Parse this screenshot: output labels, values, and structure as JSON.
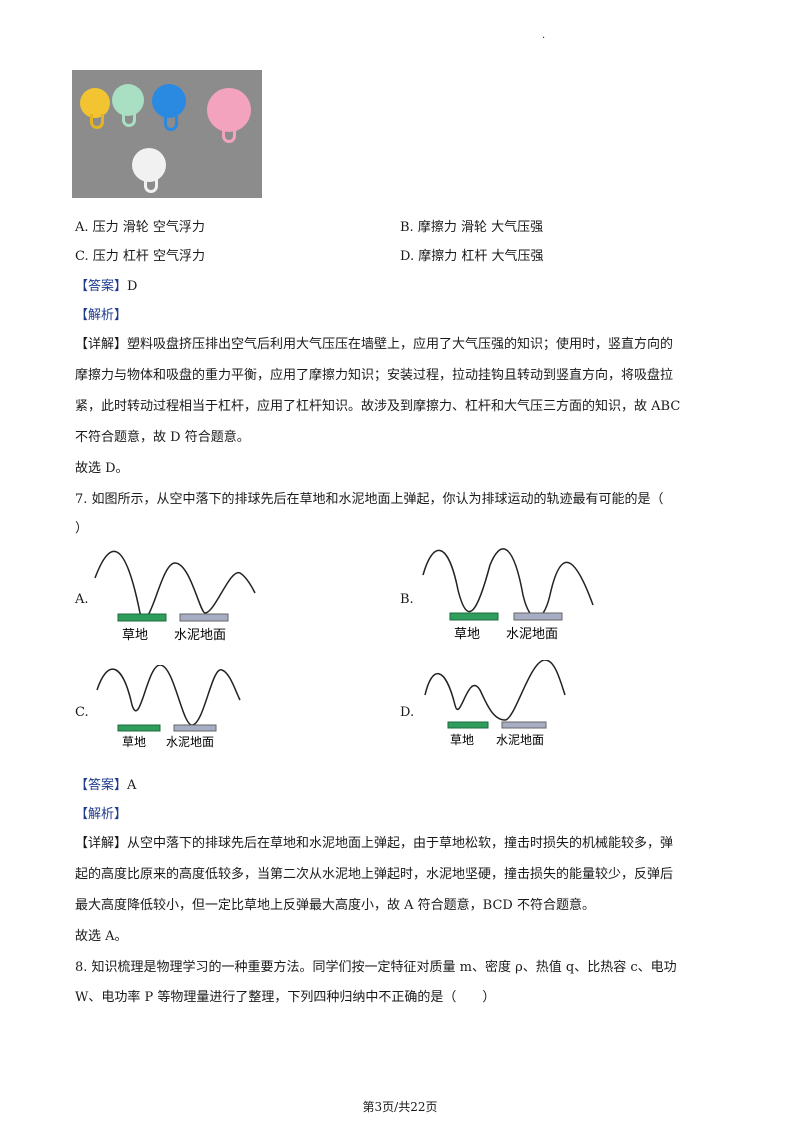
{
  "header_dot": ".",
  "photo_icon": "suction-cup-hooks-photo",
  "q6_options": {
    "a": "A. 压力 滑轮 空气浮力",
    "b": "B. 摩擦力 滑轮 大气压强",
    "c": "C. 压力 杠杆 空气浮力",
    "d": "D. 摩擦力 杠杆 大气压强"
  },
  "q6_answer": {
    "tag": "【答案】",
    "value": "D"
  },
  "q6_analysis": "【解析】",
  "q6_detail": {
    "tag": "【详解】",
    "line1": "塑料吸盘挤压排出空气后利用大气压压在墙壁上，应用了大气压强的知识；使用时，竖直方向的",
    "line2": "摩擦力与物体和吸盘的重力平衡，应用了摩擦力知识；安装过程，拉动挂钩且转动到竖直方向，将吸盘拉",
    "line3": "紧，此时转动过程相当于杠杆，应用了杠杆知识。故涉及到摩擦力、杠杆和大气压三方面的知识，故 ABC",
    "line4": "不符合题意，故 D 符合题意。"
  },
  "q6_select": "故选 D。",
  "q7": {
    "line1": "7. 如图所示，从空中落下的排球先后在草地和水泥地面上弹起，你认为排球运动的轨迹最有可能的是（",
    "line2": "）",
    "labels": {
      "a": "A.",
      "b": "B.",
      "c": "C.",
      "d": "D."
    },
    "grass": "草地",
    "cement": "水泥地面"
  },
  "q7_answer": {
    "tag": "【答案】",
    "value": "A"
  },
  "q7_analysis": "【解析】",
  "q7_detail": {
    "tag": "【详解】",
    "line1": "从空中落下的排球先后在草地和水泥地面上弹起，由于草地松软，撞击时损失的机械能较多，弹",
    "line2": "起的高度比原来的高度低较多，当第二次从水泥地上弹起时，水泥地坚硬，撞击损失的能量较少，反弹后",
    "line3": "最大高度降低较小，但一定比草地上反弹最大高度小，故 A 符合题意，BCD 不符合题意。"
  },
  "q7_select": "故选 A。",
  "q8": {
    "line1": "8. 知识梳理是物理学习的一种重要方法。同学们按一定特征对质量 m、密度 ρ、热值 q、比热容 c、电功",
    "line2": "W、电功率 P 等物理量进行了整理，下列四种归纳中不正确的是（　　）"
  },
  "footer": "第3页/共22页",
  "colors": {
    "grass": "#2f9e5c",
    "cement": "#a7aec4",
    "answer_tag": "#1f3b8f"
  }
}
